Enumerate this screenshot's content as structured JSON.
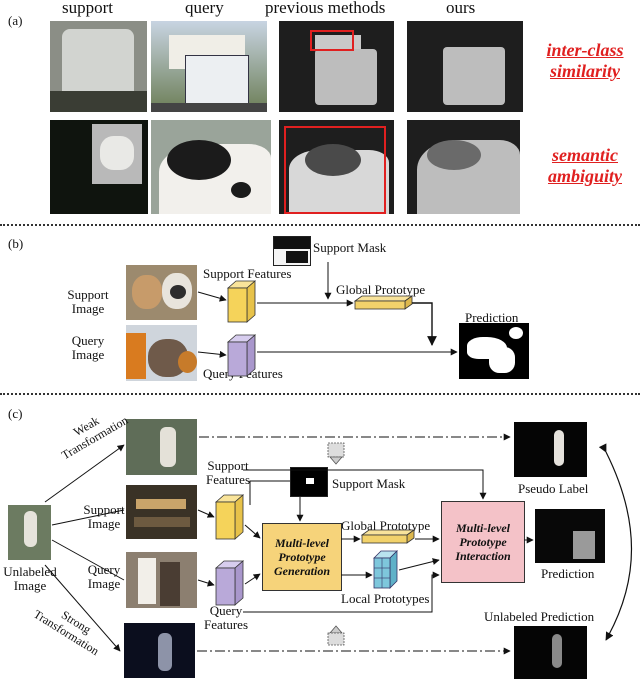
{
  "panel_a": {
    "label": "(a)",
    "col_support": "support",
    "col_query": "query",
    "col_previous": "previous methods",
    "col_ours": "ours",
    "row1_note_line1": "inter-class",
    "row1_note_line2": "similarity",
    "row2_note_line1": "semantic",
    "row2_note_line2": "ambiguity"
  },
  "panel_b": {
    "label": "(b)",
    "support_mask": "Support Mask",
    "support_features": "Support Features",
    "global_prototype": "Global Prototype",
    "prediction": "Prediction",
    "support_image_line1": "Support",
    "support_image_line2": "Image",
    "query_image_line1": "Query",
    "query_image_line2": "Image",
    "query_features": "Query Features"
  },
  "panel_c": {
    "label": "(c)",
    "weak_line1": "Weak",
    "weak_line2": "Transformation",
    "strong_line1": "Strong",
    "strong_line2": "Transformation",
    "support_features_line1": "Support",
    "support_features_line2": "Features",
    "support_mask": "Support Mask",
    "pseudo_label": "Pseudo Label",
    "support_image_line1": "Support",
    "support_image_line2": "Image",
    "query_image_line1": "Query",
    "query_image_line2": "Image",
    "unlabeled_line1": "Unlabeled",
    "unlabeled_line2": "Image",
    "global_prototype": "Global Prototype",
    "generation_line1": "Multi-level",
    "generation_line2": "Prototype",
    "generation_line3": "Generation",
    "interaction_line1": "Multi-level",
    "interaction_line2": "Prototype",
    "interaction_line3": "Interaction",
    "prediction": "Prediction",
    "local_prototypes": "Local Prototypes",
    "query_features_line1": "Query",
    "query_features_line2": "Features",
    "unlabeled_prediction": "Unlabeled Prediction"
  },
  "colors": {
    "highlight_red": "#e02020",
    "feature_yellow": "#f5d35a",
    "feature_purple": "#b9a9d9",
    "prototype_yellow": "#f2d26b",
    "module_orange": "#f6d37a",
    "module_pink": "#f4c2c8",
    "local_prototype_blue": "#7ec7dc"
  }
}
